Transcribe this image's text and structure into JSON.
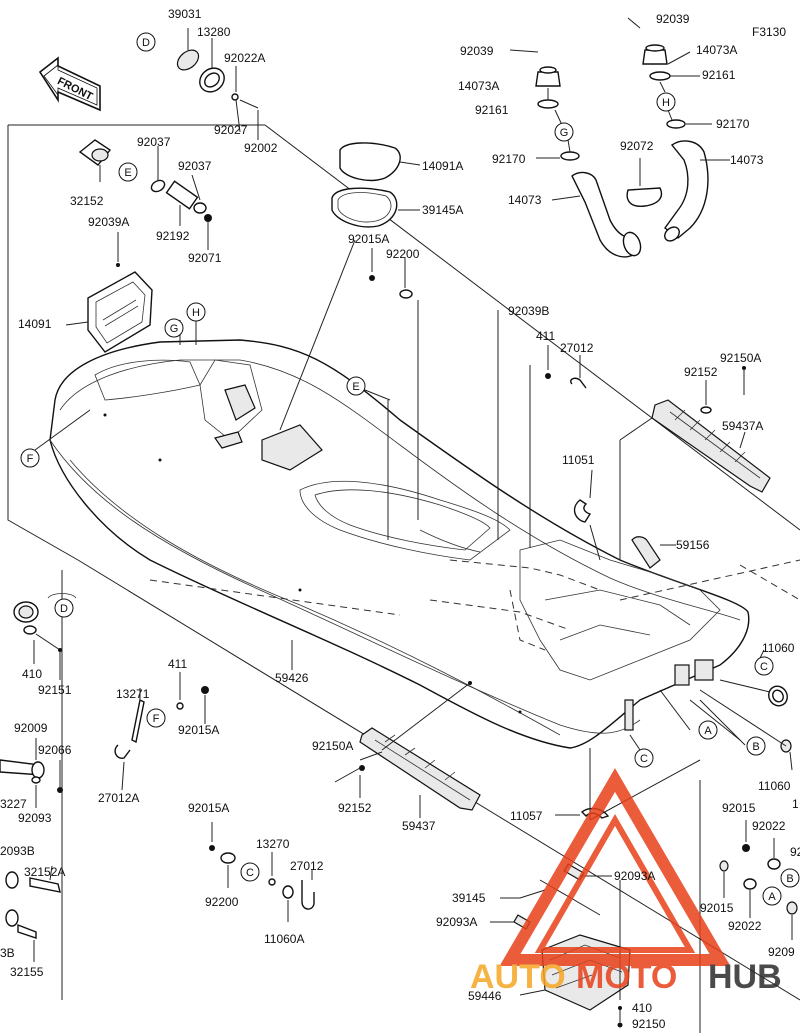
{
  "diagram": {
    "code": "F3130",
    "front_label": "FRONT",
    "watermark": {
      "part1": "AUTO",
      "part2": "MOTO",
      "part3": "HUB",
      "color_main": "#e8401a",
      "color_alt": "#f5a623",
      "color_dark": "#2b2b2b"
    },
    "labels": {
      "l39031": "39031",
      "l13280": "13280",
      "l92022A": "92022A",
      "l92027": "92027",
      "l92002": "92002",
      "l92039a": "92039",
      "l92039b": "92039",
      "l14073Aa": "14073A",
      "l14073Ab": "14073A",
      "l92161a": "92161",
      "l92161b": "92161",
      "l92170a": "92170",
      "l92170b": "92170",
      "l92072": "92072",
      "l14073a": "14073",
      "l14073b": "14073",
      "l14091A": "14091A",
      "l39145A": "39145A",
      "l92037a": "92037",
      "l92037b": "92037",
      "l32152": "32152",
      "l92192": "92192",
      "l92071": "92071",
      "l92039A": "92039A",
      "l92015A_top": "92015A",
      "l92200_top": "92200",
      "l14091": "14091",
      "l92039B": "92039B",
      "l411_top": "411",
      "l27012_top": "27012",
      "l92150A_r": "92150A",
      "l92152_r": "92152",
      "l59437A": "59437A",
      "l11051": "11051",
      "l59156": "59156",
      "l11060_r": "11060",
      "l11060_r2": "11060",
      "l59426": "59426",
      "l410_l": "410",
      "l92151": "92151",
      "l92009": "92009",
      "l92066": "92066",
      "l3227": "3227",
      "l92093": "92093",
      "l2093B": "2093B",
      "l32152A": "32152A",
      "l3B": "3B",
      "l32155": "32155",
      "l411_mid": "411",
      "l13271": "13271",
      "l92015A_mid": "92015A",
      "l27012A": "27012A",
      "l92150A_b": "92150A",
      "l92152_b": "92152",
      "l59437": "59437",
      "l92015A_low": "92015A",
      "l13270": "13270",
      "l27012_low": "27012",
      "l92200_low": "92200",
      "l11060A": "11060A",
      "l11057": "11057",
      "l39145": "39145",
      "l92093A_a": "92093A",
      "l92093A_b": "92093A",
      "l59446": "59446",
      "l410_b": "410",
      "l92150": "92150",
      "l92015_a": "92015",
      "l92022_a": "92022",
      "l92015_b": "92015",
      "l92022_b": "92022",
      "l92_r": "92",
      "l1_r": "1",
      "l9209_r": "9209"
    },
    "markers": {
      "D1": "D",
      "D2": "D",
      "E1": "E",
      "E2": "E",
      "F1": "F",
      "F2": "F",
      "G1": "G",
      "G2": "G",
      "H1": "H",
      "H2": "H",
      "C1": "C",
      "C2": "C",
      "C3": "C",
      "A1": "A",
      "A2": "A",
      "B1": "B",
      "B2": "B"
    }
  }
}
